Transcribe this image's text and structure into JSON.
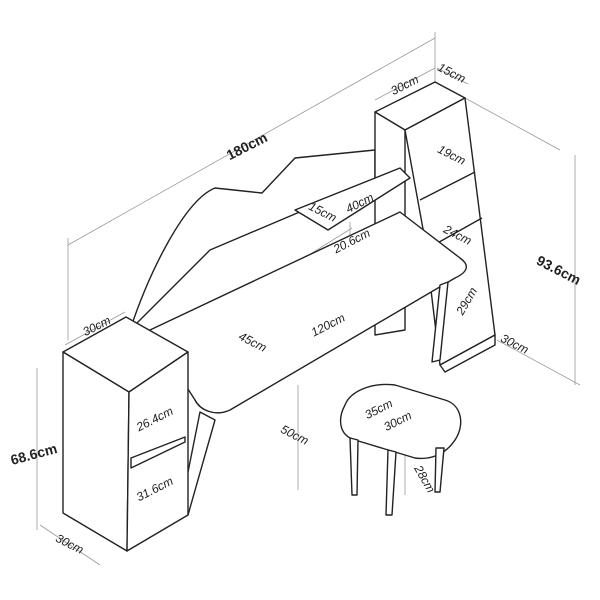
{
  "colors": {
    "line": "#222222",
    "dim_line": "#9a9a9a",
    "background": "#ffffff"
  },
  "dimensions": {
    "total_width": "180cm",
    "tower_width": "30cm",
    "tower_depth": "15cm",
    "shelf_upper": "19cm",
    "shelf_lower": "24cm",
    "total_height": "93.6cm",
    "tower_bottom_gap": "29cm",
    "tower_base_depth": "30cm",
    "small_shelf_depth": "15cm",
    "small_shelf_width": "40cm",
    "small_shelf_height": "20.6cm",
    "cabinet_width": "30cm",
    "desk_depth": "45cm",
    "desk_length": "120cm",
    "cabinet_height": "68.6cm",
    "cabinet_shelf_upper": "26.4cm",
    "cabinet_shelf_lower": "31.6cm",
    "desk_height": "50cm",
    "cabinet_depth": "30cm",
    "stool_width": "35cm",
    "stool_depth": "30cm",
    "stool_height": "28cm"
  }
}
